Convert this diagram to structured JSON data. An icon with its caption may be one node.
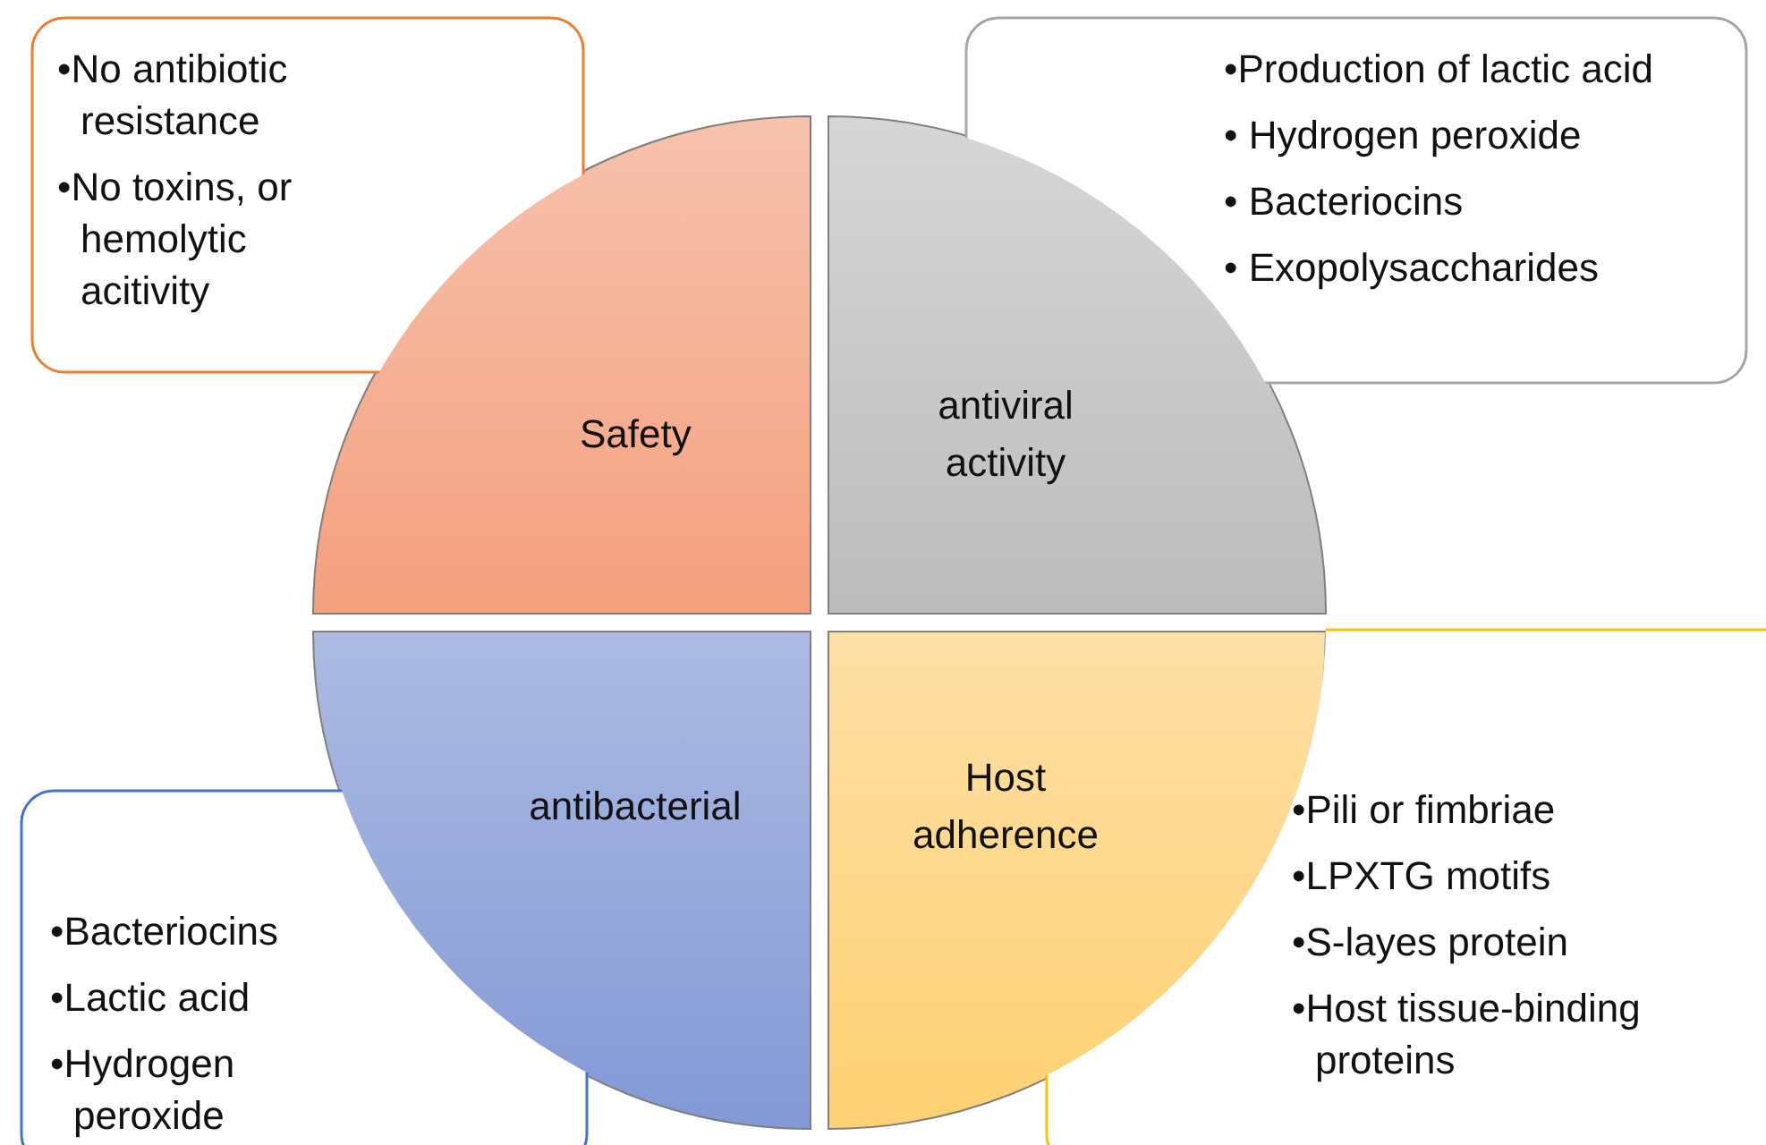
{
  "diagram": {
    "nodes": [
      {
        "text": [
          "•No antibiotic resistance",
          "•No toxins, or hemolytic acitivity"
        ]
      },
      {
        "text": [
          "•Production of lactic acid",
          "• Hydrogen peroxide",
          "• Bacteriocins",
          "• Exopolysaccharides"
        ]
      },
      {
        "text": [
          "Safety"
        ]
      },
      {
        "text": [
          "antiviral activity"
        ]
      },
      {
        "text": [
          "antibacterial"
        ]
      },
      {
        "text": [
          "Host adherence"
        ]
      },
      {
        "text": [
          "•Pili or fimbriae",
          "•LPXTG motifs",
          "•S-layes protein",
          "•Host tissue-binding proteins"
        ]
      },
      {
        "text": [
          "•Bacteriocins",
          "•Lactic acid",
          "•Hydrogen peroxide"
        ]
      }
    ],
    "edges": []
  }
}
